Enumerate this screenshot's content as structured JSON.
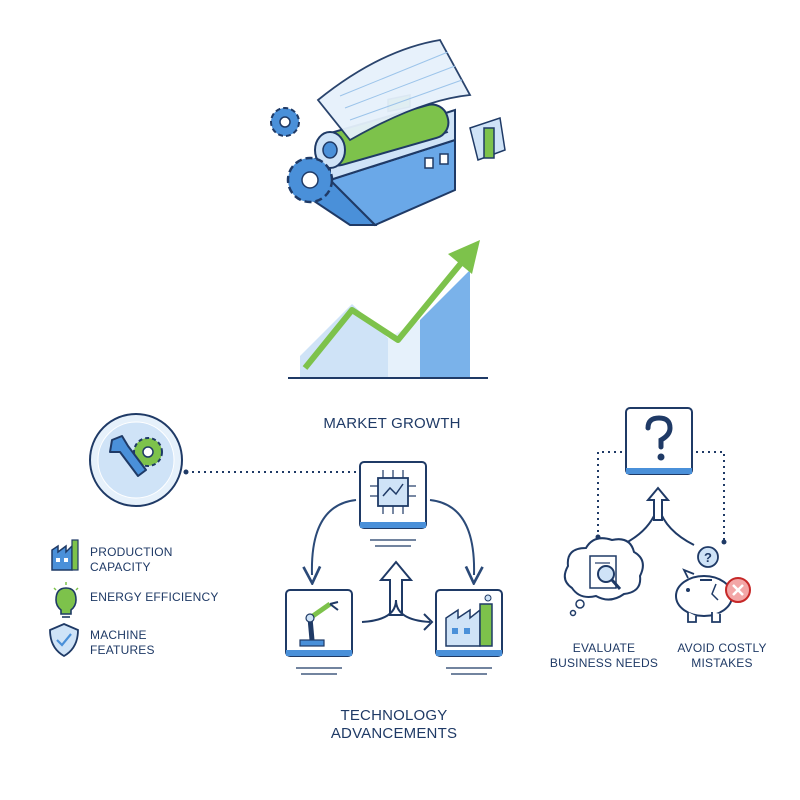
{
  "labels": {
    "market_growth": "MARKET GROWTH",
    "technology_line1": "TECHNOLOGY",
    "technology_line2": "ADVANCEMENTS",
    "production_line1": "PRODUCTION",
    "production_line2": "CAPACITY",
    "energy_efficiency": "ENERGY EFFICIENCY",
    "machine_line1": "MACHINE",
    "machine_line2": "FEATURES",
    "evaluate_line1": "EVALUATE",
    "evaluate_line2": "BUSINESS NEEDS",
    "avoid_line1": "AVOID COSTLY",
    "avoid_line2": "MISTAKES"
  },
  "colors": {
    "navy": "#1f3a66",
    "blue": "#4a90d9",
    "light_blue": "#cfe3f7",
    "green": "#7dc24b"
  },
  "icons": [
    "laminator-machine-icon",
    "growth-trend-chart-icon",
    "wrench-gear-icon",
    "microchip-icon",
    "robot-arm-icon",
    "factory-icon",
    "question-mark-icon",
    "magnifier-document-icon",
    "piggy-bank-icon",
    "factory-small-icon",
    "lightbulb-icon",
    "shield-check-icon"
  ]
}
